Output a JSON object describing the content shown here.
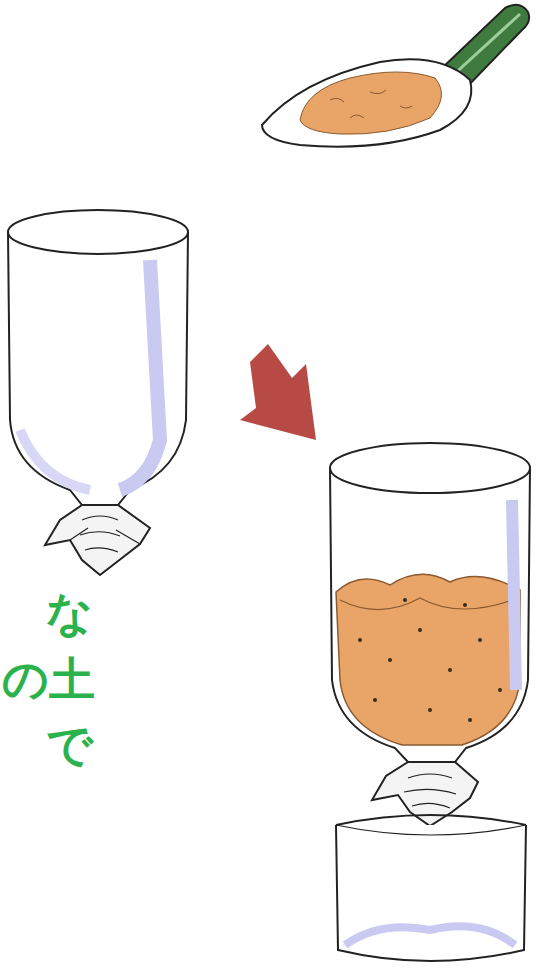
{
  "diagram": {
    "labels": [
      "な",
      "の土",
      "で"
    ]
  }
}
